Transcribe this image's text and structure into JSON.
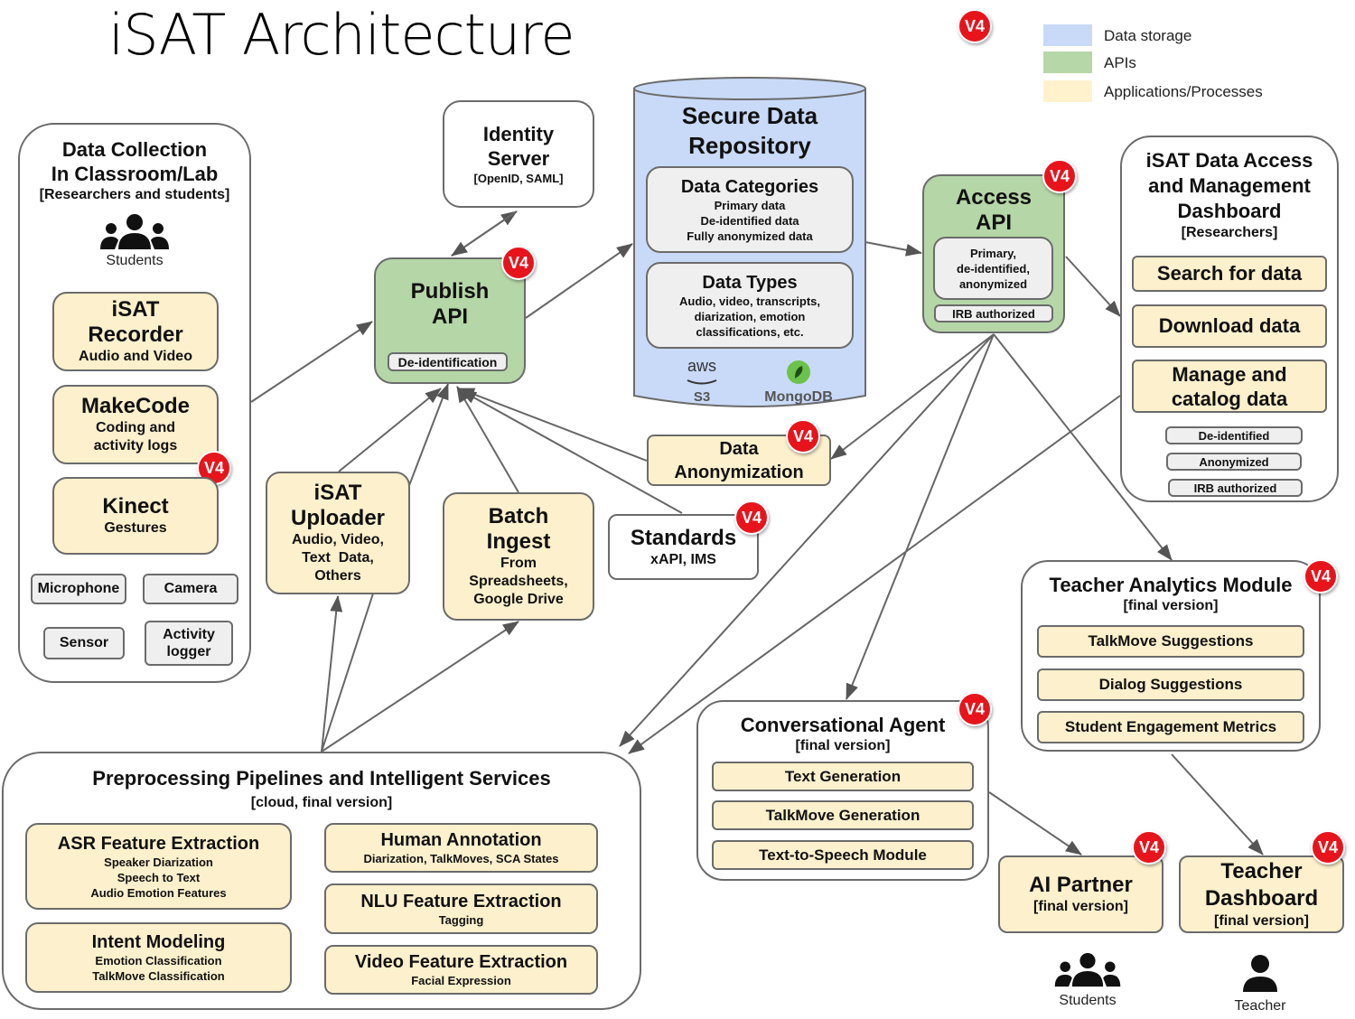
{
  "title": "iSAT Architecture",
  "badge_label": "V4",
  "legend": [
    {
      "label": "Data storage",
      "color": "#c9daf8"
    },
    {
      "label": "APIs",
      "color": "#b6d7a8"
    },
    {
      "label": "Applications/Processes",
      "color": "#fff2cc"
    }
  ],
  "data_collection": {
    "title_line1": "Data Collection",
    "title_line2": "In Classroom/Lab",
    "subtitle": "[Researchers and students]",
    "people_label": "Students",
    "recorder": {
      "title_line1": "iSAT",
      "title_line2": "Recorder",
      "sub": "Audio and Video"
    },
    "makecode": {
      "title": "MakeCode",
      "sub_line1": "Coding and",
      "sub_line2": "activity logs"
    },
    "kinect": {
      "title": "Kinect",
      "sub": "Gestures"
    },
    "devices": [
      "Microphone",
      "Camera",
      "Sensor",
      "Activity logger"
    ],
    "activity_line1": "Activity",
    "activity_line2": "logger"
  },
  "identity_server": {
    "title_line1": "Identity",
    "title_line2": "Server",
    "sub": "[OpenID, SAML]"
  },
  "publish_api": {
    "title_line1": "Publish",
    "title_line2": "API",
    "tag": "De-identification"
  },
  "repository": {
    "title_line1": "Secure Data",
    "title_line2": "Repository",
    "categories": {
      "title": "Data Categories",
      "items": [
        "Primary data",
        "De-identified data",
        "Fully anonymized data"
      ]
    },
    "types": {
      "title": "Data Types",
      "line1": "Audio, video, transcripts,",
      "line2": "diarization, emotion",
      "line3": "classifications, etc."
    },
    "aws_label": "aws",
    "s3_label": "S3",
    "mongo_label": "MongoDB"
  },
  "access_api": {
    "title_line1": "Access",
    "title_line2": "API",
    "inner_line1": "Primary,",
    "inner_line2": "de-identified,",
    "inner_line3": "anonymized",
    "tag": "IRB authorized"
  },
  "dashboard": {
    "title_line1": "iSAT Data Access",
    "title_line2": "and Management",
    "title_line3": "Dashboard",
    "subtitle": "[Researchers]",
    "actions": [
      "Search for data",
      "Download data"
    ],
    "manage_line1": "Manage and",
    "manage_line2": "catalog data",
    "tags": [
      "De-identified",
      "Anonymized",
      "IRB authorized"
    ]
  },
  "uploader": {
    "title_line1": "iSAT",
    "title_line2": "Uploader",
    "sub_line1": "Audio, Video,",
    "sub_line2": "Text  Data,",
    "sub_line3": "Others"
  },
  "batch_ingest": {
    "title_line1": "Batch",
    "title_line2": "Ingest",
    "sub_line1": "From",
    "sub_line2": "Spreadsheets,",
    "sub_line3": "Google Drive"
  },
  "anonymization": {
    "title_line1": "Data",
    "title_line2": "Anonymization"
  },
  "standards": {
    "title": "Standards",
    "sub": "xAPI, IMS"
  },
  "teacher_analytics": {
    "title": "Teacher Analytics Module",
    "subtitle": "[final version]",
    "items": [
      "TalkMove Suggestions",
      "Dialog Suggestions",
      "Student Engagement Metrics"
    ]
  },
  "conversational_agent": {
    "title": "Conversational Agent",
    "subtitle": "[final version]",
    "items": [
      "Text Generation",
      "TalkMove Generation",
      "Text-to-Speech Module"
    ]
  },
  "ai_partner": {
    "title": "AI Partner",
    "sub": "[final version]"
  },
  "teacher_dashboard": {
    "title_line1": "Teacher",
    "title_line2": "Dashboard",
    "sub": "[final version]"
  },
  "end_users": {
    "students": "Students",
    "teacher": "Teacher"
  },
  "preprocessing": {
    "title": "Preprocessing Pipelines and Intelligent Services",
    "subtitle": "[cloud, final version]",
    "asr": {
      "title": "ASR Feature Extraction",
      "items": [
        "Speaker Diarization",
        "Speech to Text",
        "Audio Emotion Features"
      ]
    },
    "intent": {
      "title": "Intent Modeling",
      "items": [
        "Emotion Classification",
        "TalkMove Classification"
      ]
    },
    "human": {
      "title": "Human Annotation",
      "sub": "Diarization, TalkMoves, SCA States"
    },
    "nlu": {
      "title": "NLU Feature Extraction",
      "sub": "Tagging"
    },
    "video": {
      "title": "Video Feature Extraction",
      "sub": "Facial Expression"
    }
  }
}
